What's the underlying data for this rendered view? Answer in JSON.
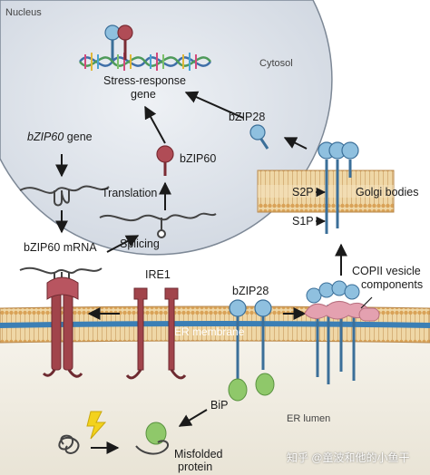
{
  "regions": {
    "nucleus": "Nucleus",
    "cytosol": "Cytosol",
    "er_lumen": "ER lumen"
  },
  "labels": {
    "stress_gene_line1": "Stress-response",
    "stress_gene_line2": "gene",
    "bzip60_gene_italic": "bZIP60",
    "bzip60_gene_suffix": " gene",
    "bzip60_protein": "bZIP60",
    "translation": "Translation",
    "splicing": "Splicing",
    "bzip60_mrna": "bZIP60 mRNA",
    "ire1": "IRE1",
    "bzip28_top": "bZIP28",
    "bzip28_er": "bZIP28",
    "s2p": "S2P",
    "s1p": "S1P",
    "golgi": "Golgi bodies",
    "copii_line1": "COPII vesicle",
    "copii_line2": "components",
    "er_membrane": "ER membrane",
    "bip": "BiP",
    "misfolded_line1": "Misfolded",
    "misfolded_line2": "protein"
  },
  "watermark": "知乎 @童波和他的小鱼干",
  "colors": {
    "nucleus_fill": "#dfe4eb",
    "membrane_fill": "#e8c08a",
    "membrane_blue": "#3b7fb5",
    "er_lumen_fill": "#f2efe6",
    "bzip28_blue": "#7fb6d8",
    "bzip60_red": "#a1444b",
    "bip_green": "#8fc86a",
    "copii_pink": "#e4a1b0",
    "arrow_black": "#1a1a1a"
  }
}
